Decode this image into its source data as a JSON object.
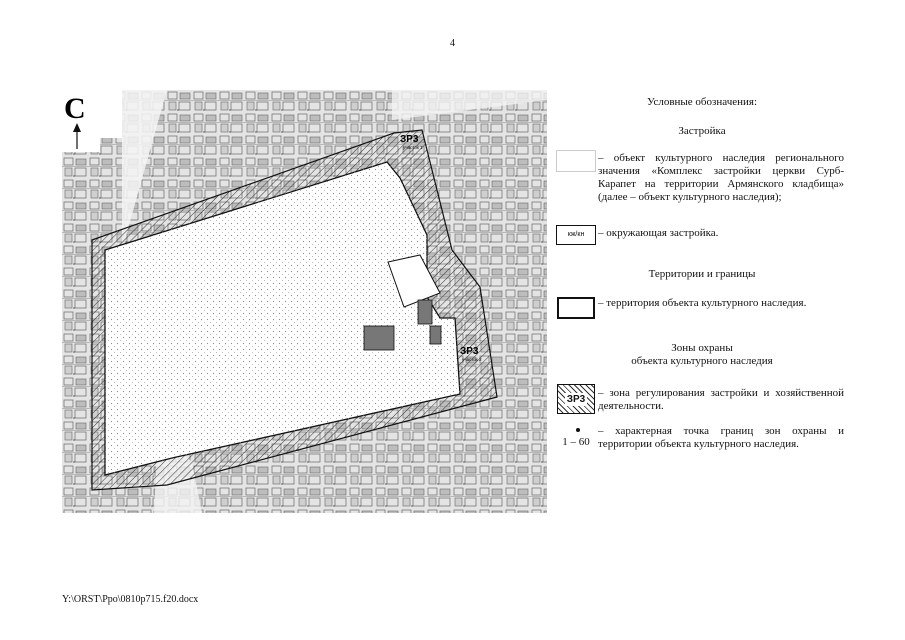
{
  "page": {
    "number": "4",
    "footer_path": "Y:\\ORST\\Ppo\\0810p715.f20.docx"
  },
  "map": {
    "north_letter": "С",
    "zone_label": "ЗР3",
    "zone_sublabel_1": "участок 1",
    "zone_sublabel_2": "участок 2"
  },
  "legend": {
    "title": "Условные обозначения:",
    "section_buildings": "Застройка",
    "item_heritage_object": "– объект культурного наследия регионального значения «Комплекс застройки церкви Сурб-Карапет на территории Армянского кладбища» (далее – объект культурного наследия);",
    "surrounding_symbol": "кж/кн",
    "item_surrounding": "– окружающая застройка.",
    "section_territories": "Территории и границы",
    "item_territory": "– территория объекта культурного наследия.",
    "section_zones_line1": "Зоны охраны",
    "section_zones_line2": "объекта культурного наследия",
    "zone_symbol": "ЗР3",
    "item_zone": "– зона регулирования застройки и хозяйственной деятельности.",
    "points_range": "1 – 60",
    "item_points": "– характерная точка границ зон охраны и территории объекта культурного наследия."
  }
}
